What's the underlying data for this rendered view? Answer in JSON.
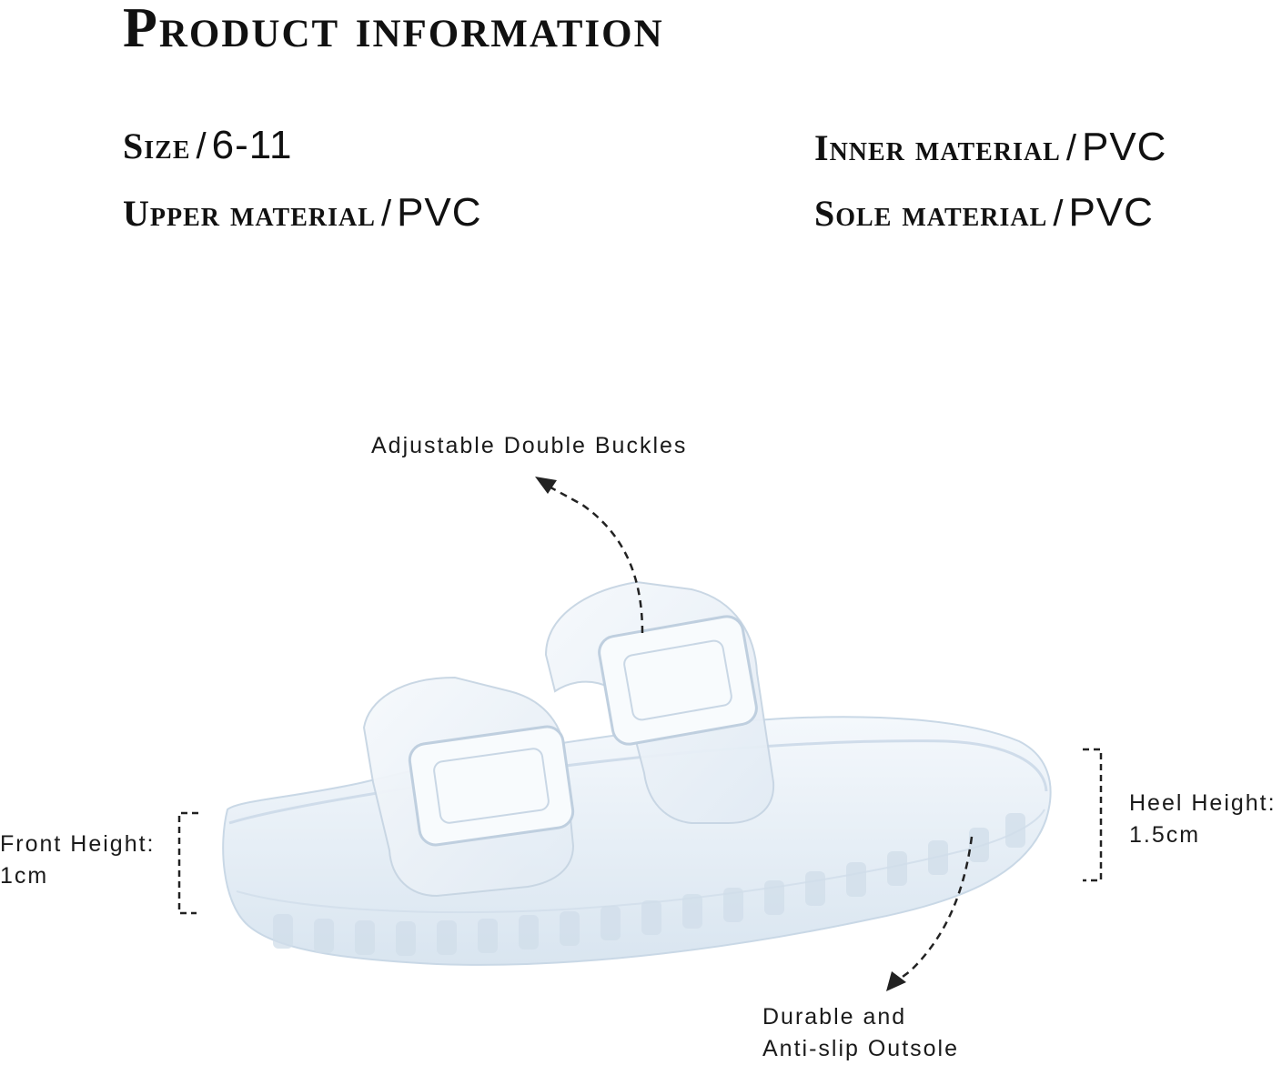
{
  "header": {
    "title": "Product information"
  },
  "specs": {
    "size": {
      "label": "Size",
      "separator": "/",
      "value": "6-11"
    },
    "upper": {
      "label": "Upper material",
      "separator": "/",
      "value": "PVC"
    },
    "inner": {
      "label": "Inner material",
      "separator": "/",
      "value": "PVC"
    },
    "sole": {
      "label": "Sole material",
      "separator": "/",
      "value": "PVC"
    }
  },
  "annotations": {
    "buckles": "Adjustable Double Buckles",
    "front": {
      "line1": "Front Height:",
      "line2": "1cm"
    },
    "heel": {
      "line1": "Heel Height:",
      "line2": "1.5cm"
    },
    "outsole": {
      "line1": "Durable and",
      "line2": "Anti-slip Outsole"
    }
  },
  "product_image": {
    "subject": "clear jelly double-buckle slide sandal"
  },
  "colors": {
    "text": "#111111",
    "background": "#ffffff",
    "sandal": "#e6eef6"
  }
}
